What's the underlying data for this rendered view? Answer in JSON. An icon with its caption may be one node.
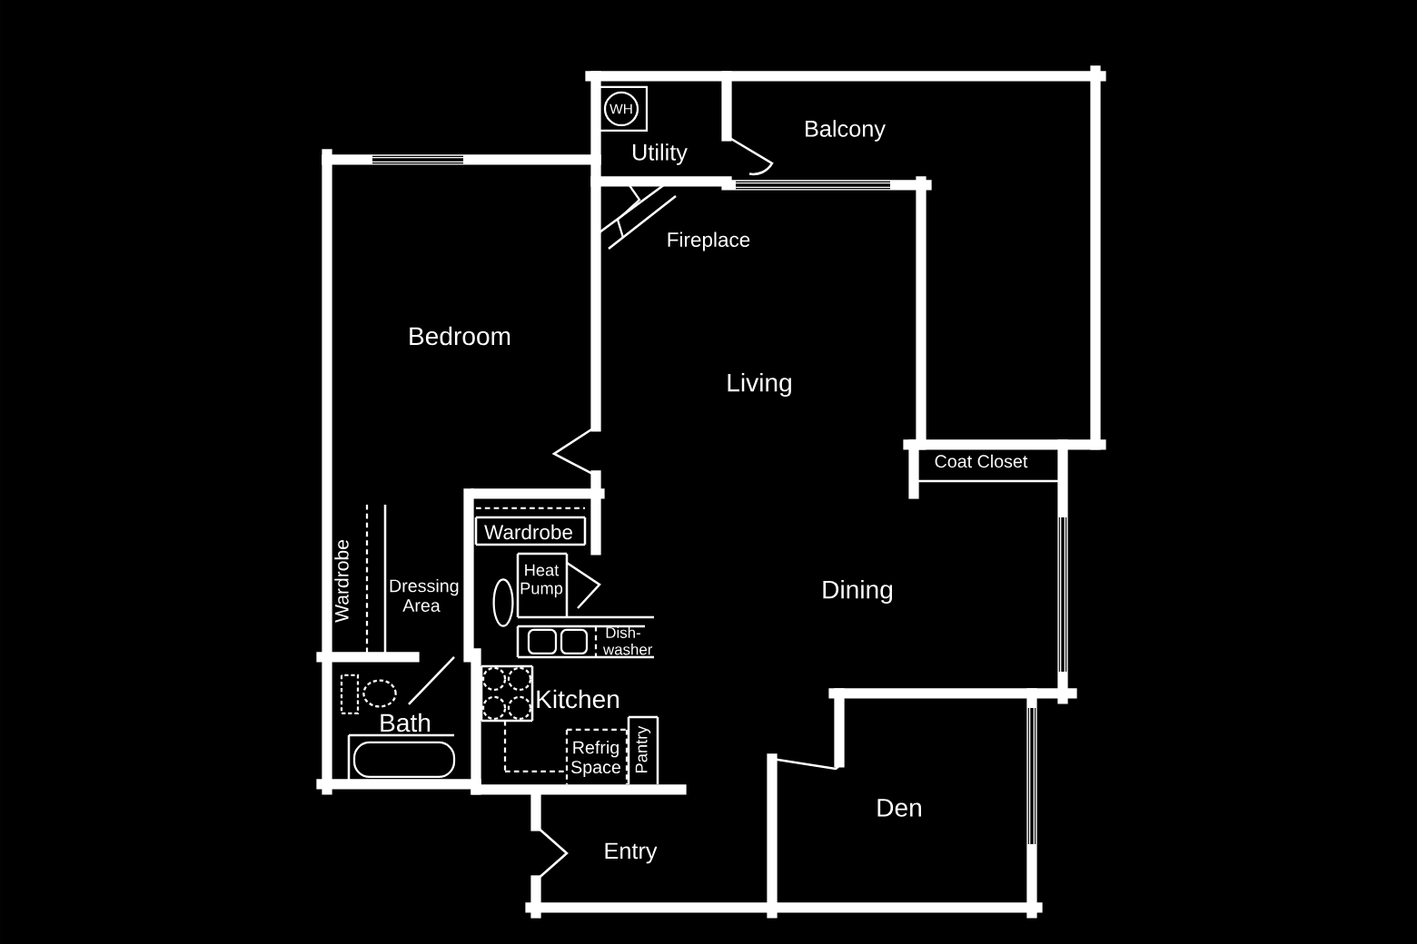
{
  "diagram": {
    "nodes": [
      {
        "text": [
          "WH"
        ]
      }
    ],
    "labels": [
      "Utility",
      "Balcony",
      "Fireplace",
      "Bedroom",
      "Living",
      "Coat Closet",
      "Wardrobe",
      "Wardrobe",
      "Dressing Area",
      "Heat Pump",
      "Dish-washer",
      "Dining",
      "Kitchen",
      "Bath",
      "Refrig Space",
      "Pantry",
      "Den",
      "Entry"
    ]
  }
}
